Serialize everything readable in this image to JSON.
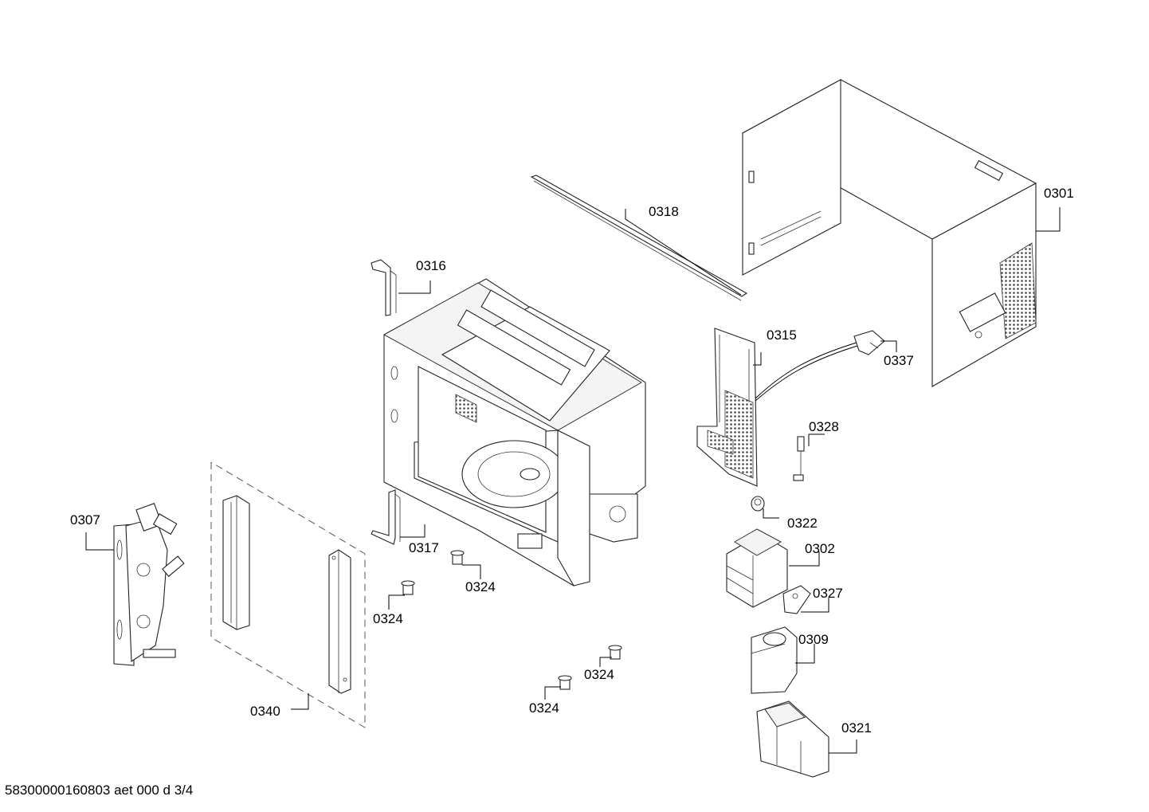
{
  "labels": {
    "p0301": "0301",
    "p0302": "0302",
    "p0307": "0307",
    "p0309": "0309",
    "p0315": "0315",
    "p0316": "0316",
    "p0317": "0317",
    "p0318": "0318",
    "p0321": "0321",
    "p0322": "0322",
    "p0324a": "0324",
    "p0324b": "0324",
    "p0324c": "0324",
    "p0324d": "0324",
    "p0327": "0327",
    "p0328": "0328",
    "p0337": "0337",
    "p0340": "0340"
  },
  "footer": {
    "code": "58300000160803 aet 000 d 3/4"
  }
}
